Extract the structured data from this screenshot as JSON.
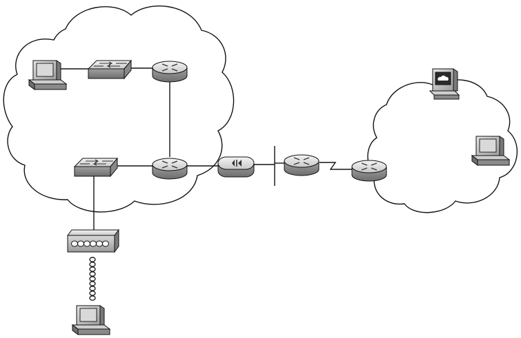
{
  "diagram": {
    "kind": "network-topology",
    "labels": [],
    "colors": {
      "device_light": "#e6e6e6",
      "device_mid": "#b4b4b4",
      "device_dark": "#7a7a7a",
      "outline": "#111111",
      "screen": "#d9d9d9"
    },
    "nodes": [
      {
        "id": "pc-left",
        "icon": "workstation-icon"
      },
      {
        "id": "switch-top",
        "icon": "switch-icon"
      },
      {
        "id": "router-top",
        "icon": "router-icon"
      },
      {
        "id": "switch-bottom",
        "icon": "switch-icon"
      },
      {
        "id": "router-center",
        "icon": "router-icon"
      },
      {
        "id": "firewall",
        "icon": "pix-firewall-icon"
      },
      {
        "id": "router-wan",
        "icon": "router-icon"
      },
      {
        "id": "router-remote",
        "icon": "router-icon"
      },
      {
        "id": "web-server",
        "icon": "web-server-icon"
      },
      {
        "id": "pc-remote",
        "icon": "workstation-icon"
      },
      {
        "id": "access-server",
        "icon": "access-server-icon"
      },
      {
        "id": "pc-dialup",
        "icon": "workstation-icon"
      }
    ],
    "links": [
      {
        "from": "pc-left",
        "to": "switch-top",
        "type": "ethernet"
      },
      {
        "from": "switch-top",
        "to": "router-top",
        "type": "ethernet"
      },
      {
        "from": "router-top",
        "to": "router-center",
        "type": "ethernet"
      },
      {
        "from": "switch-bottom",
        "to": "router-center",
        "type": "ethernet"
      },
      {
        "from": "router-center",
        "to": "firewall",
        "type": "ethernet"
      },
      {
        "from": "firewall",
        "to": "router-wan",
        "type": "ethernet-segment"
      },
      {
        "from": "router-wan",
        "to": "router-remote",
        "type": "serial"
      },
      {
        "from": "switch-bottom",
        "to": "access-server",
        "type": "ethernet"
      },
      {
        "from": "access-server",
        "to": "pc-dialup",
        "type": "dialup"
      }
    ]
  }
}
